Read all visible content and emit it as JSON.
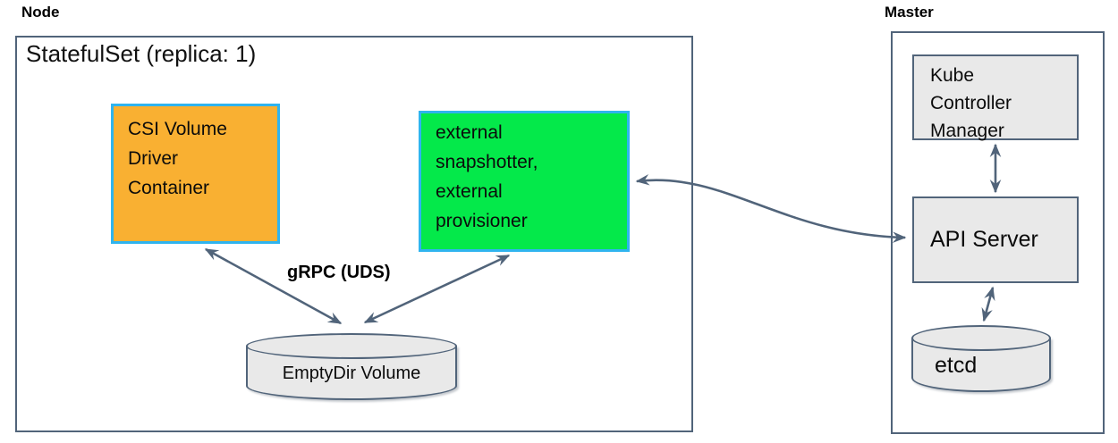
{
  "node": {
    "label": "Node",
    "statefulset_title": "StatefulSet (replica: 1)",
    "csi_text": "CSI Volume\nDriver\nContainer",
    "snapshotter_text": "external\nsnapshotter,\nexternal\nprovisioner",
    "grpc_label": "gRPC (UDS)",
    "emptydir_label": "EmptyDir Volume"
  },
  "master": {
    "label": "Master",
    "kcm_text": "Kube\nController\nManager",
    "api_server_label": "API Server",
    "etcd_label": "etcd"
  },
  "edges": [
    {
      "name": "csi-emptydir-grpc",
      "from": "CSI Volume Driver Container",
      "to": "EmptyDir Volume",
      "bidirectional": true,
      "label": "gRPC (UDS)"
    },
    {
      "name": "snapshotter-emptydir-grpc",
      "from": "external snapshotter, external provisioner",
      "to": "EmptyDir Volume",
      "bidirectional": true,
      "label": "gRPC (UDS)"
    },
    {
      "name": "snapshotter-apiserver",
      "from": "external snapshotter, external provisioner",
      "to": "API Server",
      "bidirectional": true
    },
    {
      "name": "kcm-apiserver",
      "from": "Kube Controller Manager",
      "to": "API Server",
      "bidirectional": true
    },
    {
      "name": "apiserver-etcd",
      "from": "API Server",
      "to": "etcd",
      "bidirectional": true
    }
  ],
  "colors": {
    "arrow_and_border": "#51647a",
    "colored_box_border": "#2fb4ef",
    "csi_fill": "#f9b032",
    "snapshotter_fill": "#04e94a",
    "gray_fill": "#e9e9e9"
  }
}
